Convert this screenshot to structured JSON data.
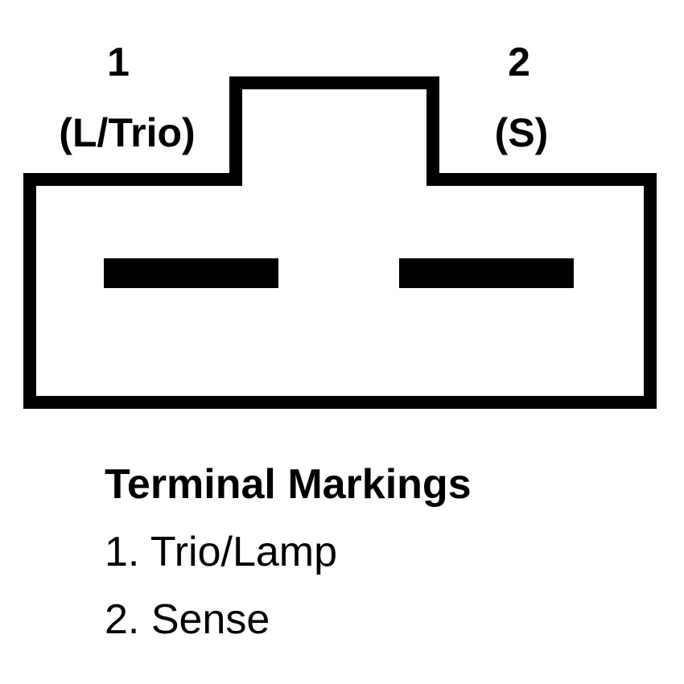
{
  "terminals": [
    {
      "number": "1",
      "label": "(L/Trio)"
    },
    {
      "number": "2",
      "label": "(S)"
    }
  ],
  "legend": {
    "title": "Terminal Markings",
    "items": [
      "1. Trio/Lamp",
      "2. Sense"
    ]
  },
  "colors": {
    "stroke": "#000000",
    "background": "#ffffff"
  }
}
